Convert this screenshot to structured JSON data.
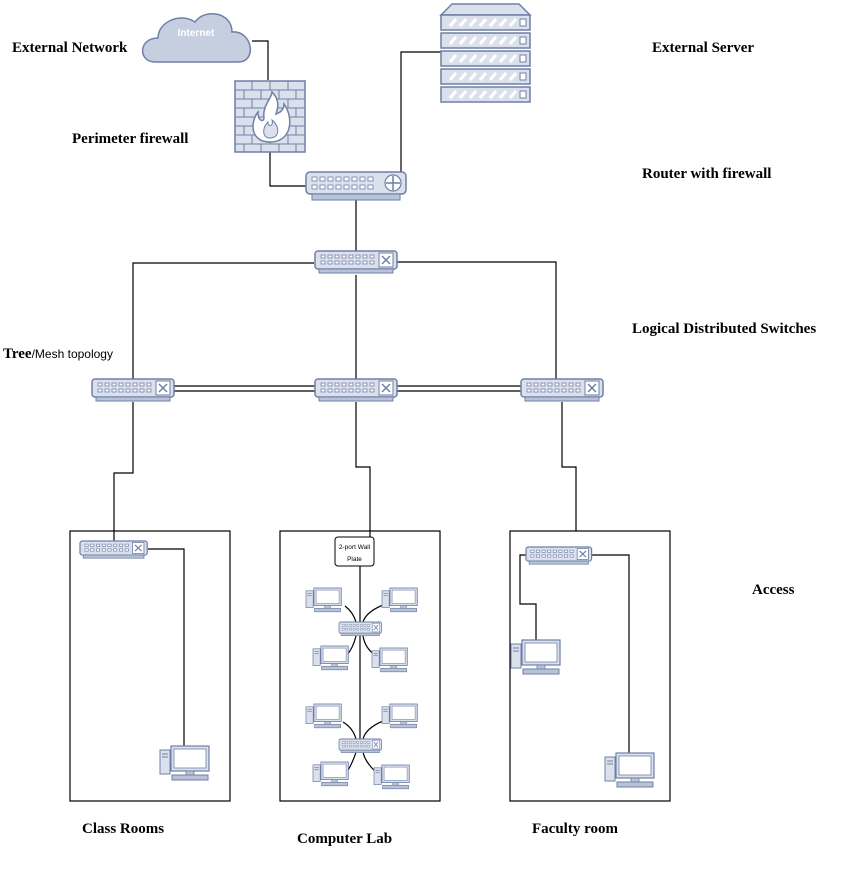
{
  "labels": {
    "external_network": "External Network",
    "external_server": "External Server",
    "perimeter_firewall": "Perimeter firewall",
    "router_with_firewall": "Router with firewall",
    "logical_distributed_switches": "Logical Distributed Switches",
    "tree_mesh_bold": "Tree",
    "tree_mesh_rest": "/Mesh topology",
    "access": "Access",
    "class_rooms": "Class Rooms",
    "computer_lab": "Computer Lab",
    "faculty_room": "Faculty room"
  },
  "icons": {
    "cloud_text": "Internet",
    "wall_plate_line1": "2-port Wall",
    "wall_plate_line2": "Plate"
  },
  "colors": {
    "device_fill": "#dbe1ec",
    "device_stroke": "#6f7fa6",
    "cloud_fill": "#c6cfdf",
    "wire": "#000000"
  }
}
